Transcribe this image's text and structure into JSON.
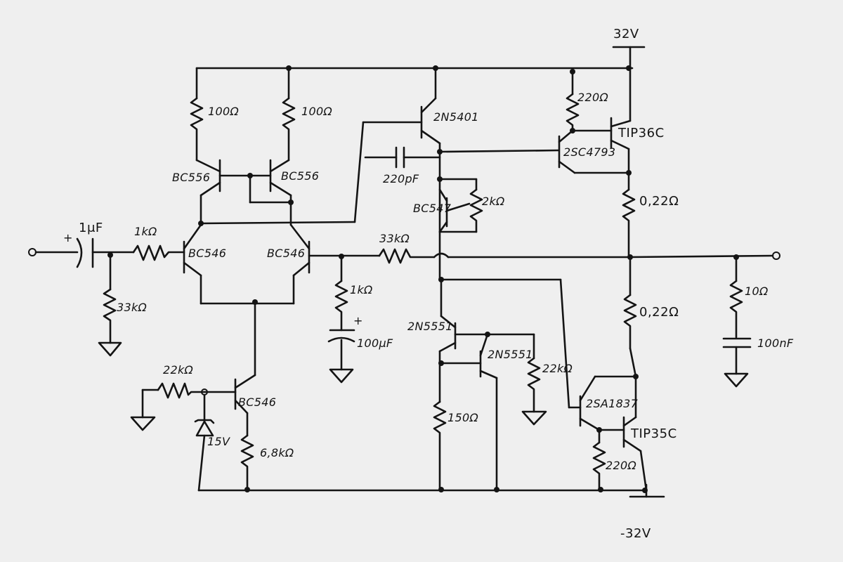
{
  "supply": {
    "positive": "32V",
    "negative": "-32V"
  },
  "input": {
    "coupling_cap": "1μF",
    "series_resistor": "1kΩ",
    "bias_resistor": "33kΩ"
  },
  "ltp": {
    "load_left": "100Ω",
    "load_right": "100Ω",
    "mirror_left": "BC556",
    "mirror_right": "BC556",
    "diff_left": "BC546",
    "diff_right": "BC546"
  },
  "tail": {
    "transistor": "BC546",
    "base_resistor": "22kΩ",
    "zener": "15V",
    "emitter_resistor": "6,8kΩ"
  },
  "feedback": {
    "resistor": "33kΩ",
    "shunt_resistor": "1kΩ",
    "cap": "100μF",
    "plus": "+"
  },
  "vas": {
    "transistor": "2N5401",
    "miller_cap": "220pF"
  },
  "bias": {
    "transistor": "BC547",
    "pot": "2kΩ"
  },
  "ccs": {
    "t1": "2N5551",
    "t2": "2N5551",
    "emitter_resistor": "150Ω",
    "base_resistor": "22kΩ"
  },
  "output_top": {
    "driver": "2SC4793",
    "power": "TIP36C",
    "resistor": "220Ω",
    "emitter_resistor": "0,22Ω"
  },
  "output_bottom": {
    "driver": "2SA1837",
    "power": "TIP35C",
    "resistor": "220Ω",
    "emitter_resistor": "0,22Ω"
  },
  "zobel": {
    "resistor": "10Ω",
    "cap": "100nF"
  }
}
